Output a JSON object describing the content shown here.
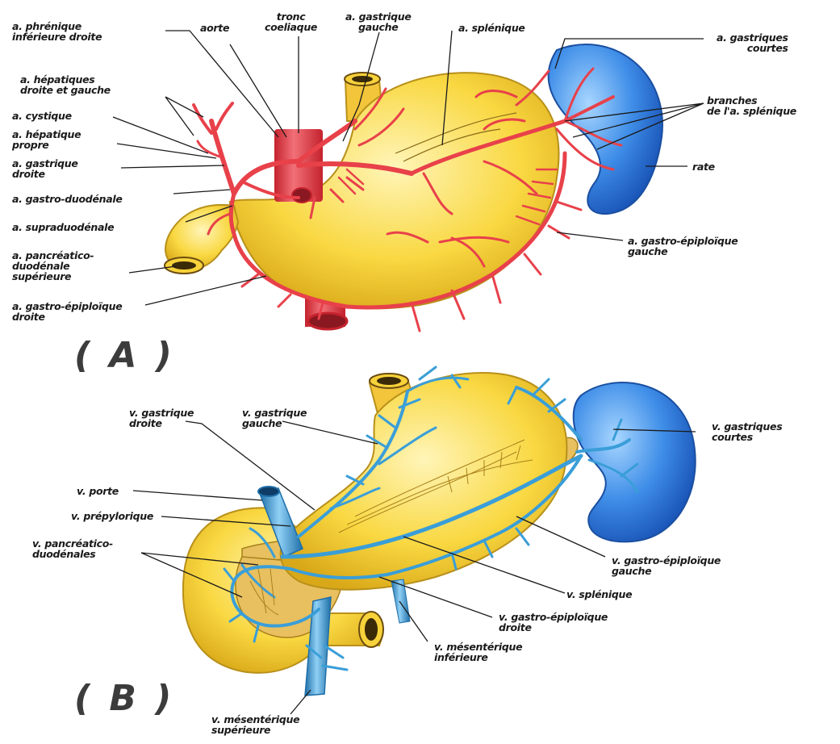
{
  "panel_a": {
    "tag": "( A )",
    "labels": {
      "phrenique": "a. phrénique\ninférieure droite",
      "aorte": "aorte",
      "tronc": "tronc\ncoeliaque",
      "gastrique_gauche": "a. gastrique\ngauche",
      "splenique": "a. splénique",
      "gastriques_courtes": "a. gastriques\ncourtes",
      "hepatiques": "a. hépatiques\ndroite et gauche",
      "branches": "branches\nde l'a. splénique",
      "cystique": "a. cystique",
      "hepatique_propre": "a. hépatique\npropre",
      "gastrique_droite": "a. gastrique\ndroite",
      "rate": "rate",
      "gastro_duodenale": "a. gastro-duodénale",
      "supraduodenale": "a. supraduodénale",
      "gastro_epi_gauche": "a. gastro-épiploïque\ngauche",
      "pancreatico": "a. pancréatico-\nduodénale\nsupérieure",
      "gastro_epi_droite": "a. gastro-épiploïque\ndroite"
    }
  },
  "panel_b": {
    "tag": "( B )",
    "labels": {
      "gastrique_droite": "v. gastrique\ndroite",
      "gastrique_gauche": "v. gastrique\ngauche",
      "gastriques_courtes": "v. gastriques\ncourtes",
      "porte": "v. porte",
      "prepylorique": "v. prépylorique",
      "pancreatico": "v. pancréatico-\nduodénales",
      "gastro_epi_gauche": "v. gastro-épiploïque\ngauche",
      "splenique": "v. splénique",
      "gastro_epi_droite": "v. gastro-épiploïque\ndroite",
      "mes_inf": "v. mésentérique\ninférieure",
      "mes_sup": "v. mésentérique\nsupérieure"
    }
  },
  "colors": {
    "stomach": "#f7d23a",
    "stomach_light": "#fff0a0",
    "stomach_edge": "#b8901a",
    "artery": "#e8414a",
    "artery_dark": "#b0202a",
    "vein": "#3a9ed8",
    "vein_dark": "#1f6fa8",
    "spleen": "#2a7ae0",
    "spleen_light": "#8fc8f8",
    "label": "#1a1a1a"
  }
}
